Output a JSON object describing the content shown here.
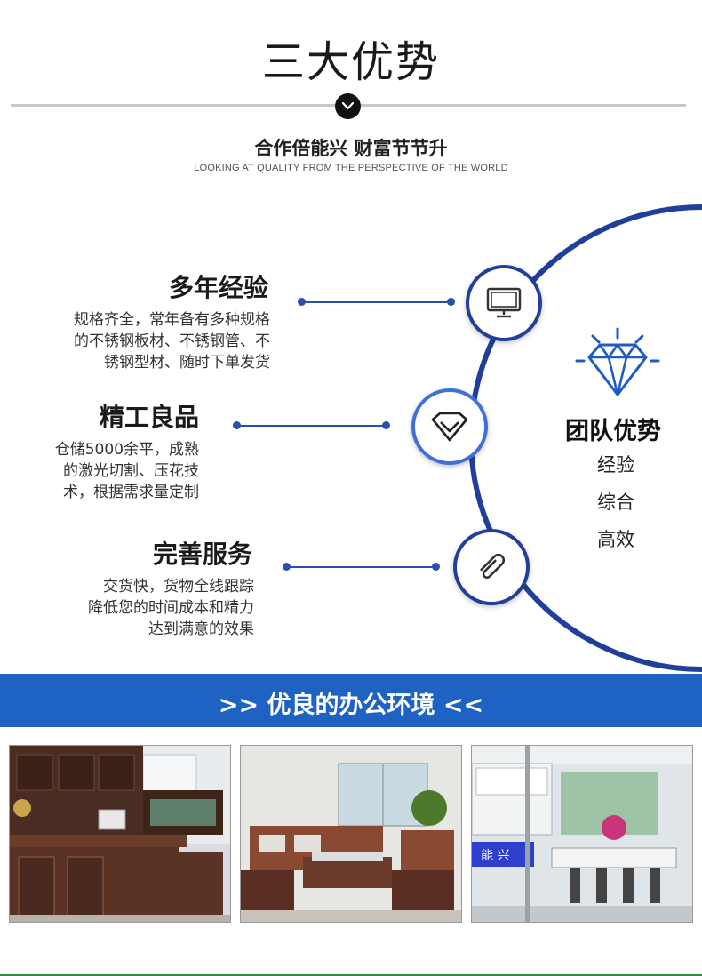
{
  "header": {
    "title": "三大优势",
    "subtitle": "合作倍能兴 财富节节升",
    "subtitle_en": "LOOKING AT QUALITY FROM THE PERSPECTIVE OF THE WORLD"
  },
  "features": [
    {
      "title": "多年经验",
      "lines": [
        "规格齐全，常年备有多种规格",
        "的不锈钢板材、不锈钢管、不",
        "锈钢型材、随时下单发货"
      ],
      "icon": "monitor-icon"
    },
    {
      "title": "精工良品",
      "lines": [
        "仓储5000余平，成熟",
        "的激光切割、压花技",
        "术，根据需求量定制"
      ],
      "icon": "gem-v-icon"
    },
    {
      "title": "完善服务",
      "lines": [
        "交货快，货物全线跟踪",
        "降低您的时间成本和精力",
        "达到满意的效果"
      ],
      "icon": "paperclip-icon"
    }
  ],
  "team": {
    "title": "团队优势",
    "items": [
      "经验",
      "综合",
      "高效"
    ],
    "icon": "diamond-icon"
  },
  "office": {
    "banner": ">> 优良的办公环境 <<",
    "photos": [
      "office-photo-desk",
      "office-photo-lounge",
      "office-photo-meeting-room"
    ],
    "sign_text": "能 兴"
  },
  "colors": {
    "accent": "#1e63c4",
    "circle_border": "#1f3f9a",
    "line": "#2a4fb0"
  }
}
